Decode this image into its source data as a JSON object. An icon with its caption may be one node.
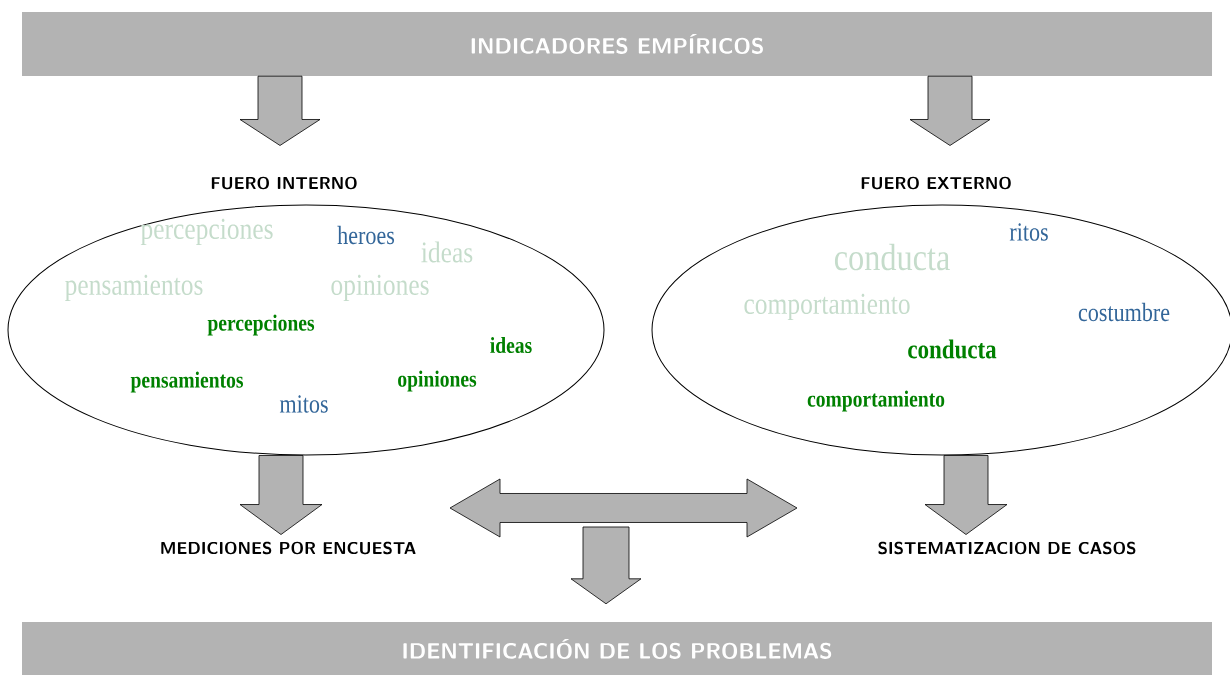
{
  "diagram": {
    "nodes": [
      {
        "text": [
          "INDICADORES EMPÍRICOS"
        ]
      },
      {
        "text": [
          "FUERO INTERNO",
          "percepciones",
          "heroes",
          "ideas",
          "pensamientos",
          "opiniones",
          "percepciones",
          "ideas",
          "pensamientos",
          "opiniones",
          "mitos"
        ]
      },
      {
        "text": [
          "FUERO EXTERNO",
          "ritos",
          "conducta",
          "comportamiento",
          "costumbre",
          "conducta",
          "comportamiento"
        ]
      },
      {
        "text": [
          "MEDICIONES POR ENCUESTA"
        ]
      },
      {
        "text": [
          "SISTEMATIZACION DE CASOS"
        ]
      },
      {
        "text": [
          "IDENTIFICACIÓN DE LOS PROBLEMAS"
        ]
      }
    ],
    "edges": [
      {
        "from": 0,
        "to": 1,
        "arrow": "to"
      },
      {
        "from": 0,
        "to": 2,
        "arrow": "to"
      },
      {
        "from": 1,
        "to": 3,
        "arrow": "to"
      },
      {
        "from": 2,
        "to": 4,
        "arrow": "to"
      },
      {
        "from": 3,
        "to": 4,
        "arrow": "both"
      },
      {
        "from": null,
        "to": 5,
        "arrow": "to"
      }
    ]
  }
}
